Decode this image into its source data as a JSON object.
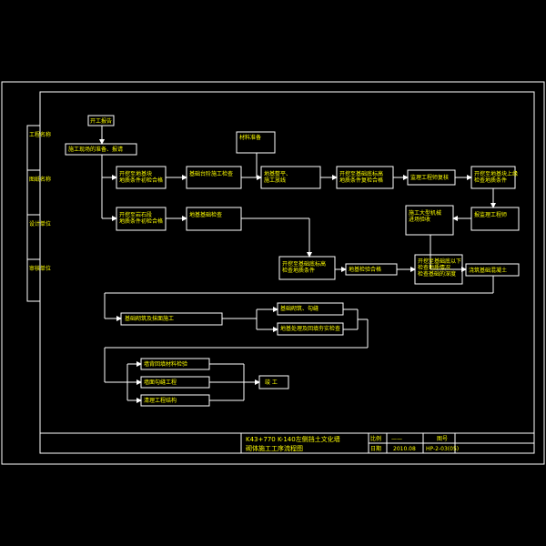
{
  "nodes": {
    "start": "开工报告",
    "prep": "施工现场的准备、报请",
    "b1": "开挖至地基块\n地质条件初检合格",
    "b2": "基础台阶施工检查",
    "b3": "地基整平、\n施工放线",
    "b4": "材料准备",
    "b5": "开挖至基础底标高\n地质条件复检合格",
    "b6": "监理工程师复核",
    "b7": "开挖至地基块上缘\n检查地质条件",
    "b8": "开挖至岩石段\n地质条件初检合格",
    "b9": "地基基础检查",
    "b10": "施工大型机械\n进场验收",
    "b11": "报监理工程师",
    "b12": "开挖至基础底标高\n检查地质条件",
    "b13": "地基检验合格",
    "b14": "开挖至基础底以下\n检查地质情况\n检查基础的深度",
    "b15": "浇筑基础混凝土",
    "b16": "基础砌筑及抹面施工",
    "b17": "基础砌筑、勾缝",
    "b18": "地基处理及回填夯实检查",
    "b19": "墙背回填材料检验",
    "b20": "墙面勾缝工程",
    "b21": "清理工程结构",
    "end": "竣 工"
  },
  "side_labels": [
    "工程名称",
    "图纸名称",
    "设计单位",
    "审核单位"
  ],
  "title_block": {
    "project": "K43+770 K-140左侧挡土文化墙",
    "subtitle": "砌体施工工序流程图",
    "scale_label": "比例",
    "scale_value": "——",
    "sheet_label": "图号",
    "date_label": "日期",
    "date_value": "2010.08",
    "drawing_no": "HP-2-03(05)"
  },
  "colors": {
    "text": "#ffff00",
    "line": "#ffffff",
    "background": "#000000"
  }
}
